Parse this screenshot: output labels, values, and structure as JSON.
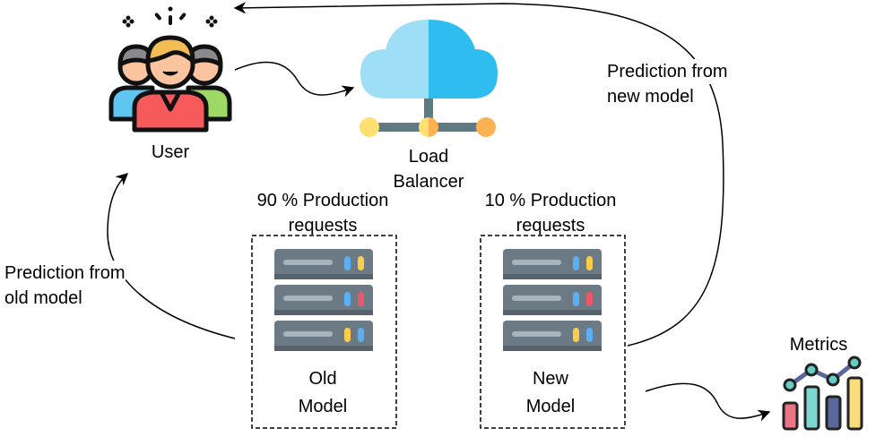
{
  "nodes": {
    "user": {
      "label": "User",
      "icon": "user-group-icon"
    },
    "load_balancer": {
      "label_line1": "Load",
      "label_line2": "Balancer",
      "icon": "cloud-network-icon"
    },
    "old_model": {
      "label_line1": "Old",
      "label_line2": "Model",
      "icon": "server-icon",
      "traffic_line1": "90 % Production",
      "traffic_line2": "requests"
    },
    "new_model": {
      "label_line1": "New",
      "label_line2": "Model",
      "icon": "server-icon",
      "traffic_line1": "10 % Production",
      "traffic_line2": "requests"
    },
    "metrics": {
      "label": "Metrics",
      "icon": "bar-chart-icon"
    }
  },
  "edges": {
    "new_prediction": {
      "line1": "Prediction from",
      "line2": "new model"
    },
    "old_prediction": {
      "line1": "Prediction from",
      "line2": "old model"
    }
  },
  "colors": {
    "cloud_light": "#9fdff5",
    "cloud_dark": "#2ebdee",
    "node_yellow": "#fde06f",
    "node_orange": "#fdb152",
    "server": "#6c7a86"
  }
}
